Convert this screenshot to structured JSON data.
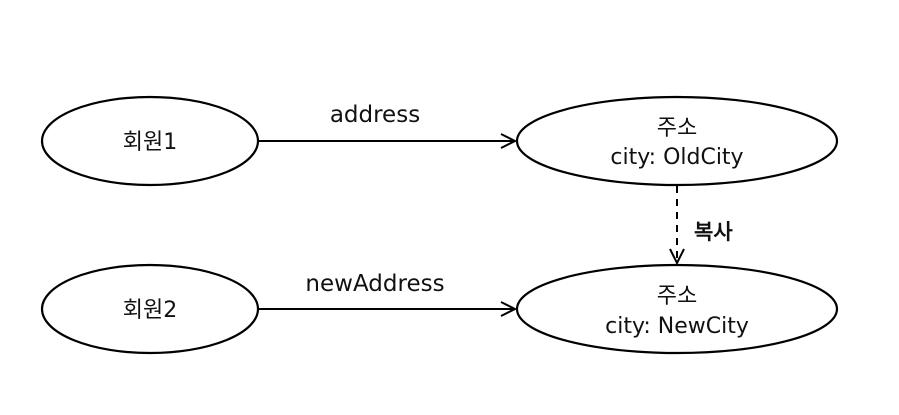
{
  "nodes": {
    "member1": {
      "label": "회원1"
    },
    "member2": {
      "label": "회원2"
    },
    "address_old": {
      "line1": "주소",
      "line2": "city: OldCity"
    },
    "address_new": {
      "line1": "주소",
      "line2": "city: NewCity"
    }
  },
  "edges": {
    "member1_to_address_old": {
      "label": "address"
    },
    "member2_to_address_new": {
      "label": "newAddress"
    },
    "copy": {
      "label": "복사"
    }
  },
  "colors": {
    "stroke": "#000000",
    "background": "#ffffff"
  }
}
